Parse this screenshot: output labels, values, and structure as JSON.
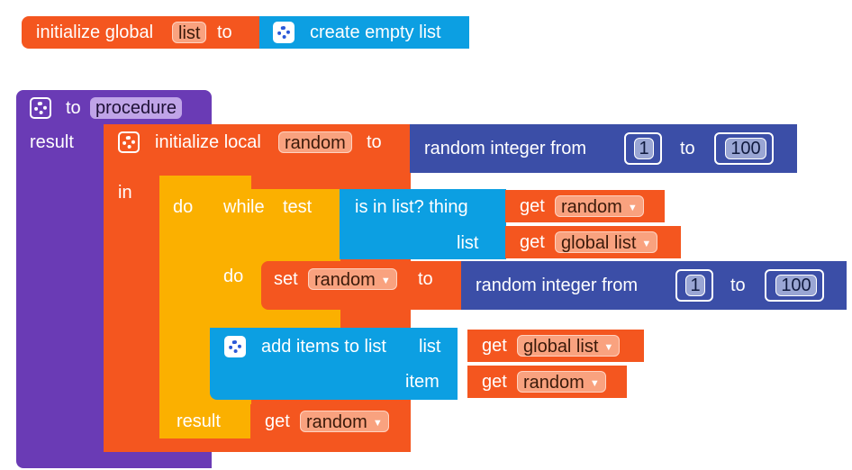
{
  "global_init": {
    "prefix": "initialize global",
    "var_name": "list",
    "to": "to",
    "value_block": "create empty list"
  },
  "procedure": {
    "header_to": "to",
    "name": "procedure",
    "result_label": "result"
  },
  "local_init": {
    "prefix": "initialize local",
    "var_name": "random",
    "to": "to",
    "value": {
      "label": "random integer from",
      "from": "1",
      "to_label": "to",
      "to": "100"
    },
    "in_label": "in"
  },
  "do_block": {
    "do_label": "do",
    "result_label": "result",
    "result_get": {
      "label": "get",
      "var": "random"
    }
  },
  "while_block": {
    "while_label": "while",
    "test_label": "test",
    "do_label": "do",
    "condition": {
      "label": "is in list? thing",
      "list_label": "list",
      "thing_get": {
        "label": "get",
        "var": "random"
      },
      "list_get": {
        "label": "get",
        "var": "global list"
      }
    }
  },
  "set_block": {
    "set_label": "set",
    "var": "random",
    "to": "to",
    "value": {
      "label": "random integer from",
      "from": "1",
      "to_label": "to",
      "to": "100"
    }
  },
  "add_items": {
    "label": "add items to list",
    "list_label": "list",
    "item_label": "item",
    "list_get": {
      "label": "get",
      "var": "global list"
    },
    "item_get": {
      "label": "get",
      "var": "random"
    }
  },
  "colors": {
    "variable": "#f4561f",
    "lists": "#0c9fe2",
    "math": "#3b4ea7",
    "procedures": "#6a3bb5",
    "control": "#fbb000"
  },
  "icons": [
    "gear-icon",
    "dropdown-caret-icon"
  ]
}
